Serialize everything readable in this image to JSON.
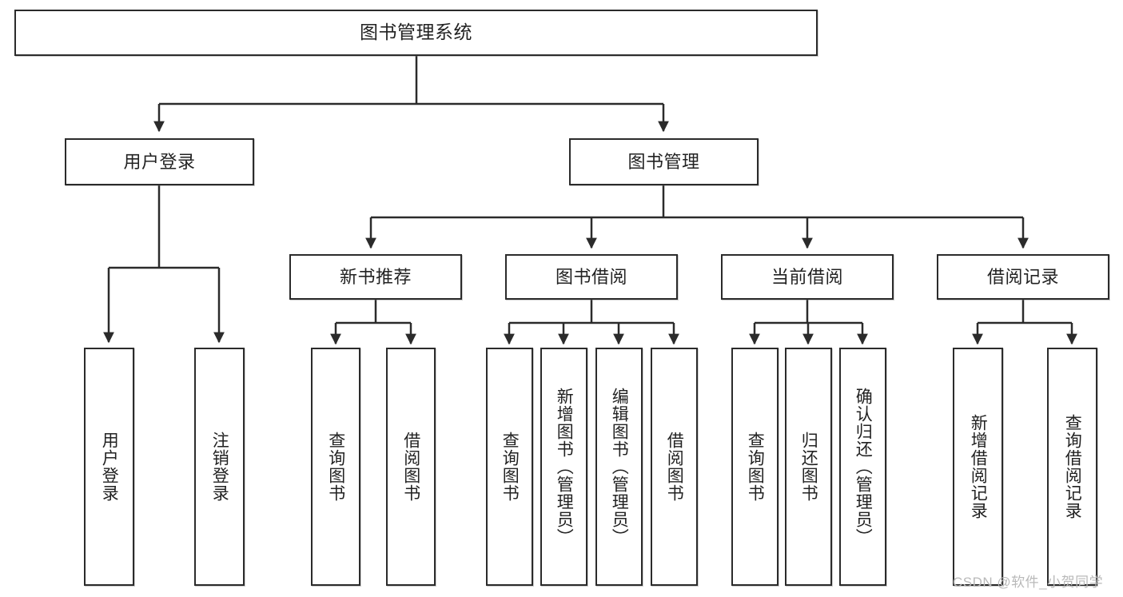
{
  "diagram": {
    "type": "tree",
    "title": "图书管理系统",
    "orientation": "top-down",
    "colors": {
      "box_border": "#2b2b2b",
      "box_fill": "#ffffff",
      "edge": "#2b2b2b",
      "text": "#222222",
      "watermark": "#b9b9b9"
    }
  },
  "nodes": {
    "root": {
      "label": "图书管理系统"
    },
    "level1": [
      {
        "label": "用户登录"
      },
      {
        "label": "图书管理"
      }
    ],
    "level2": [
      {
        "label": "新书推荐"
      },
      {
        "label": "图书借阅"
      },
      {
        "label": "当前借阅"
      },
      {
        "label": "借阅记录"
      }
    ],
    "leaves": {
      "user_login": [
        {
          "label": "用户登录"
        },
        {
          "label": "注销登录"
        }
      ],
      "new_book_recommend": [
        {
          "label": "查询图书"
        },
        {
          "label": "借阅图书"
        }
      ],
      "book_borrow": [
        {
          "label": "查询图书"
        },
        {
          "label": "新增图书（管理员）"
        },
        {
          "label": "编辑图书（管理员）"
        },
        {
          "label": "借阅图书"
        }
      ],
      "current_borrow": [
        {
          "label": "查询图书"
        },
        {
          "label": "归还图书"
        },
        {
          "label": "确认归还（管理员）"
        }
      ],
      "borrow_record": [
        {
          "label": "新增借阅记录"
        },
        {
          "label": "查询借阅记录"
        }
      ]
    }
  },
  "watermark": {
    "text": "CSDN @软件_小贺同学"
  }
}
